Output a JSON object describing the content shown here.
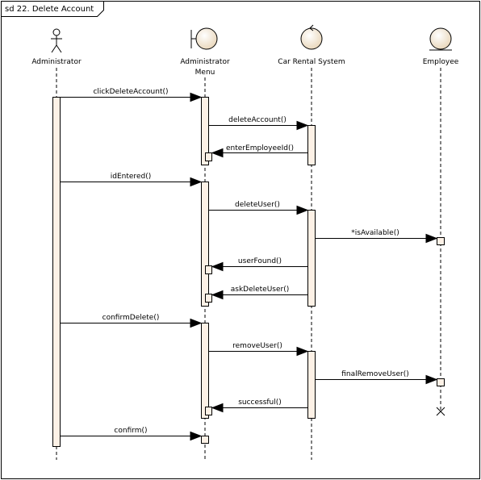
{
  "frame": {
    "title": "sd 22. Delete Account"
  },
  "lifelines": [
    {
      "id": "admin",
      "kind": "actor",
      "label_lines": [
        "Administrator"
      ],
      "icon": "actor-icon"
    },
    {
      "id": "menu",
      "kind": "boundary",
      "label_lines": [
        "Administrator",
        "Menu"
      ],
      "icon": "boundary-icon"
    },
    {
      "id": "system",
      "kind": "control",
      "label_lines": [
        "Car Rental System"
      ],
      "icon": "control-icon"
    },
    {
      "id": "employee",
      "kind": "entity",
      "label_lines": [
        "Employee"
      ],
      "icon": "entity-icon"
    }
  ],
  "messages": [
    {
      "label": "clickDeleteAccount()",
      "from": "admin",
      "to": "menu"
    },
    {
      "label": "deleteAccount()",
      "from": "menu",
      "to": "system"
    },
    {
      "label": "enterEmployeeId()",
      "from": "system",
      "to": "menu"
    },
    {
      "label": "idEntered()",
      "from": "admin",
      "to": "menu"
    },
    {
      "label": "deleteUser()",
      "from": "menu",
      "to": "system"
    },
    {
      "label": "*isAvailable()",
      "from": "system",
      "to": "employee"
    },
    {
      "label": "userFound()",
      "from": "system",
      "to": "menu"
    },
    {
      "label": "askDeleteUser()",
      "from": "system",
      "to": "menu"
    },
    {
      "label": "confirmDelete()",
      "from": "admin",
      "to": "menu"
    },
    {
      "label": "removeUser()",
      "from": "menu",
      "to": "system"
    },
    {
      "label": "finalRemoveUser()",
      "from": "system",
      "to": "employee"
    },
    {
      "label": "successful()",
      "from": "system",
      "to": "menu"
    },
    {
      "label": "confirm()",
      "from": "admin",
      "to": "menu"
    }
  ],
  "colors": {
    "activation_fill": "#fdf1e6",
    "icon_fill": "#f5ead8",
    "line": "#000000"
  }
}
